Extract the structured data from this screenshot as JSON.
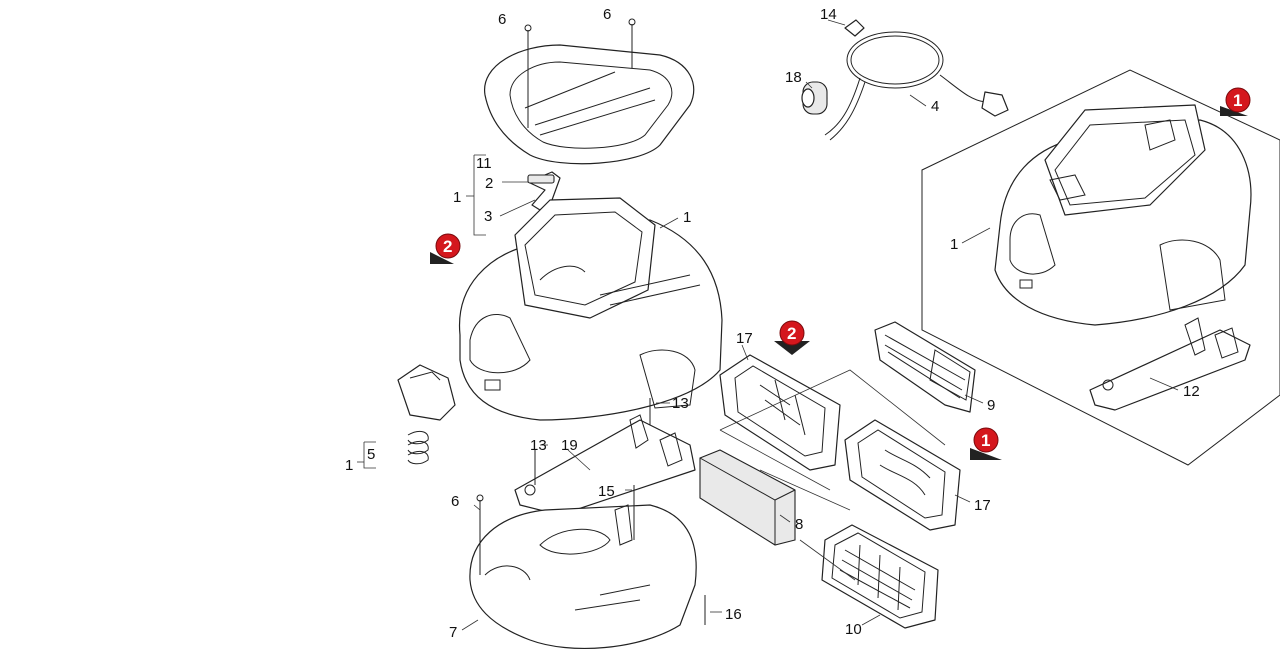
{
  "callouts": [
    {
      "id": "c6a",
      "text": "6"
    },
    {
      "id": "c6b",
      "text": "6"
    },
    {
      "id": "c11",
      "text": "11"
    },
    {
      "id": "c2",
      "text": "2"
    },
    {
      "id": "c1a",
      "text": "1"
    },
    {
      "id": "c3",
      "text": "3"
    },
    {
      "id": "c1b",
      "text": "1"
    },
    {
      "id": "c14",
      "text": "14"
    },
    {
      "id": "c18",
      "text": "18"
    },
    {
      "id": "c4",
      "text": "4"
    },
    {
      "id": "c1c",
      "text": "1"
    },
    {
      "id": "c12",
      "text": "12"
    },
    {
      "id": "c17a",
      "text": "17"
    },
    {
      "id": "c9",
      "text": "9"
    },
    {
      "id": "c13a",
      "text": "13"
    },
    {
      "id": "c13b",
      "text": "13"
    },
    {
      "id": "c19",
      "text": "19"
    },
    {
      "id": "c5",
      "text": "5"
    },
    {
      "id": "c1d",
      "text": "1"
    },
    {
      "id": "c15",
      "text": "15"
    },
    {
      "id": "c6c",
      "text": "6"
    },
    {
      "id": "c8",
      "text": "8"
    },
    {
      "id": "c17b",
      "text": "17"
    },
    {
      "id": "c10",
      "text": "10"
    },
    {
      "id": "c16",
      "text": "16"
    },
    {
      "id": "c7",
      "text": "7"
    }
  ],
  "markers": [
    {
      "id": "m1a",
      "text": "1"
    },
    {
      "id": "m2a",
      "text": "2"
    },
    {
      "id": "m2b",
      "text": "2"
    },
    {
      "id": "m1b",
      "text": "1"
    }
  ],
  "colors": {
    "marker": "#d4171d",
    "line": "#222222"
  }
}
